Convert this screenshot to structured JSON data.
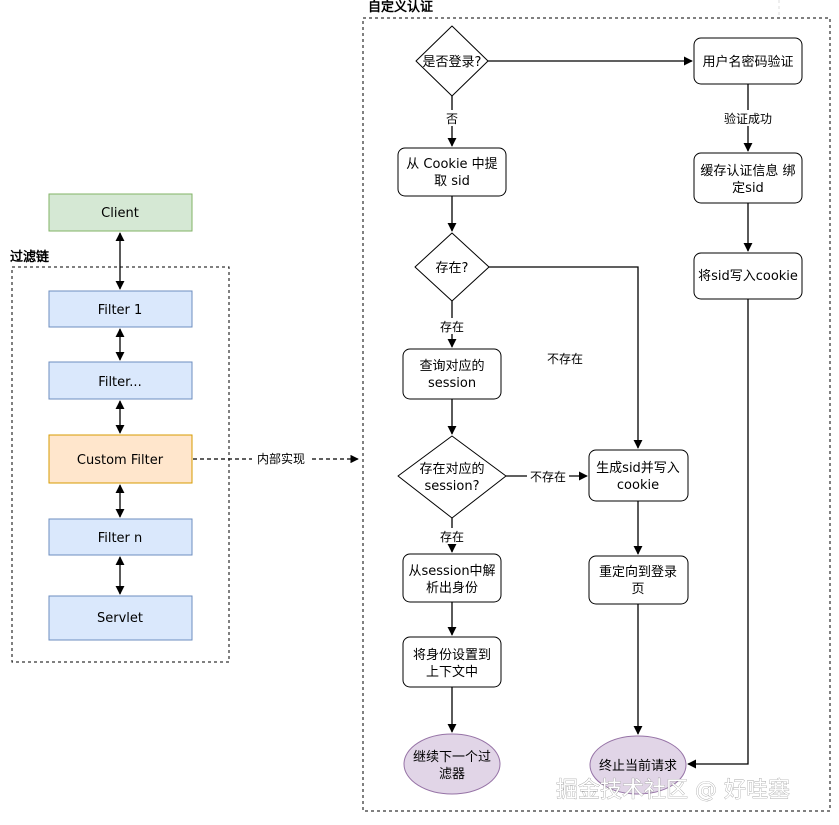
{
  "group_filter_chain": {
    "title": "过滤链"
  },
  "group_custom_auth": {
    "title": "自定义认证"
  },
  "chain_nodes": {
    "client": "Client",
    "filter1": "Filter 1",
    "filter_ellipsis": "Filter...",
    "custom_filter": "Custom Filter",
    "filter_n": "Filter n",
    "servlet": "Servlet"
  },
  "edge_impl_label": "内部实现",
  "auth_nodes": {
    "logged_in": "是否登录?",
    "user_pwd_verify": "用户名密码验证",
    "cookie_extract": [
      "从 Cookie 中提",
      "取 sid"
    ],
    "exists": "存在?",
    "query_session": [
      "查询对应的",
      "session"
    ],
    "session_exists": [
      "存在对应的",
      "session?"
    ],
    "gen_sid": [
      "生成sid并写入",
      "cookie"
    ],
    "parse_identity": [
      "从session中解",
      "析出身份"
    ],
    "redirect_login": [
      "重定向到登录",
      "页"
    ],
    "set_context": [
      "将身份设置到",
      "上下文中"
    ],
    "continue_next": [
      "继续下一个过",
      "滤器"
    ],
    "terminate_request": "终止当前请求",
    "cache_auth": [
      "缓存认证信息 绑",
      "定sid"
    ],
    "write_cookie": "将sid写入cookie"
  },
  "edge_labels": {
    "no": "否",
    "verify_success": "验证成功",
    "exists_yes": "存在",
    "not_exists": "不存在",
    "session_not_exists": "不存在",
    "session_yes": "存在"
  },
  "watermark": "掘金技术社区 @ 好哇塞",
  "colors": {
    "client_fill": "#d5e8d4",
    "client_stroke": "#82b366",
    "filter_fill": "#dae8fc",
    "filter_stroke": "#6c8ebf",
    "custom_fill": "#ffe6cc",
    "custom_stroke": "#d79b00",
    "terminal_fill": "#e1d5e7",
    "terminal_stroke": "#9673a6"
  }
}
